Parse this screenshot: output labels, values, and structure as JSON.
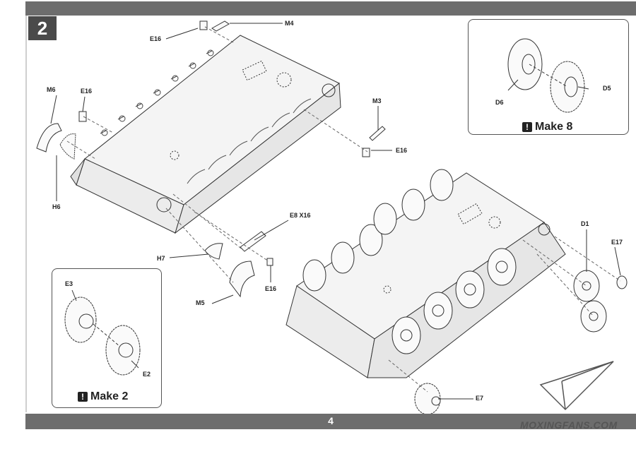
{
  "step": {
    "number": "2"
  },
  "footer": {
    "page_number": "4",
    "watermark": "MOXINGFANS.COM"
  },
  "callouts": {
    "make8": {
      "label": "Make 8",
      "parts": {
        "d6": "D6",
        "d5": "D5"
      }
    },
    "make2": {
      "label": "Make 2",
      "parts": {
        "e3": "E3",
        "e2": "E2"
      }
    }
  },
  "part_labels": {
    "m4": "M4",
    "e16_top": "E16",
    "m6": "M6",
    "e16_left": "E16",
    "h6": "H6",
    "m3": "M3",
    "e16_right": "E16",
    "e8": "E8 X16",
    "h7": "H7",
    "e16_bottom": "E16",
    "m5": "M5",
    "d1": "D1",
    "e17": "E17",
    "e7": "E7"
  },
  "colors": {
    "bar": "#6d6d6d",
    "step_box": "#4a4a4a",
    "line": "#333333"
  }
}
